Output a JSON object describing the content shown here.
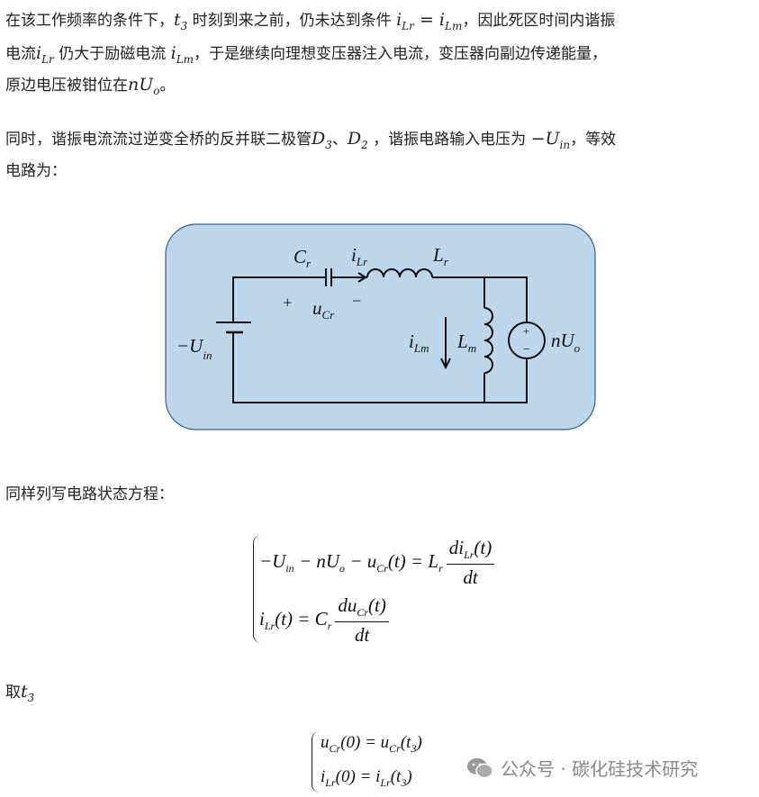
{
  "para1": {
    "l1_a": "在该工作频率的条件下，",
    "l1_t3": "t",
    "l1_t3_sub": "3",
    "l1_b": " 时刻到来之前，仍未达到条件 ",
    "l1_cond": "i",
    "l1_cond_sub1": "Lr",
    "l1_eq": " = i",
    "l1_cond_sub2": "Lm",
    "l1_c": "，因此死区时间内谐振",
    "l2_a": "电流",
    "l2_i": "i",
    "l2_i_sub": "Lr",
    "l2_b": " 仍大于励磁电流 ",
    "l2_i2": "i",
    "l2_i2_sub": "Lm",
    "l2_c": "，于是继续向理想变压器注入电流，变压器向副边传递能量，",
    "l3_a": "原边电压被钳位在",
    "l3_v": "nU",
    "l3_v_sub": "o",
    "l3_b": "。"
  },
  "para2": {
    "l1_a": "同时，谐振电流流过逆变全桥的反并联二极管",
    "d3": "D",
    "d3_sub": "3",
    "sep": "、",
    "d2": "D",
    "d2_sub": "2",
    "l1_b": " ，谐振电路输入电压为 ",
    "uin": "−U",
    "uin_sub": "in",
    "l1_c": "，等效",
    "l2": "电路为："
  },
  "circuit": {
    "cr": "C",
    "cr_sub": "r",
    "ilr": "i",
    "ilr_sub": "Lr",
    "lr": "L",
    "lr_sub": "r",
    "plus": "+",
    "minus": "−",
    "ucr": "u",
    "ucr_sub": "Cr",
    "uin": "−U",
    "uin_sub": "in",
    "ilm": "i",
    "ilm_sub": "Lm",
    "lm": "L",
    "lm_sub": "m",
    "src_plus": "+",
    "src_minus": "−",
    "nuo": "nU",
    "nuo_sub": "o",
    "bg_color": "#bcd7ec",
    "border_color": "#3a5f8f"
  },
  "para3": "同样列写电路状态方程：",
  "eq1": {
    "r1_lhs": "−U",
    "r1_lhs_sub": "in",
    "r1_mid": " − nU",
    "r1_mid_sub": "o",
    "r1_mid2": " − u",
    "r1_mid2_sub": "Cr",
    "r1_mid3": "(t) = L",
    "r1_mid3_sub": "r",
    "r1_num": "di",
    "r1_num_sub": "Lr",
    "r1_num2": "(t)",
    "r1_den": "dt",
    "r2_lhs": "i",
    "r2_lhs_sub": "Lr",
    "r2_mid": "(t) = C",
    "r2_mid_sub": "r",
    "r2_num": "du",
    "r2_num_sub": "Cr",
    "r2_num2": "(t)",
    "r2_den": "dt"
  },
  "para4": {
    "a": "取",
    "t": "t",
    "t_sub": "3"
  },
  "eq2": {
    "r1_a": "u",
    "r1_a_sub": "Cr",
    "r1_b": "(0) = u",
    "r1_b_sub": "Cr",
    "r1_c": "(t",
    "r1_c_sub": "3",
    "r1_d": ")",
    "r2_a": "i",
    "r2_a_sub": "Lr",
    "r2_b": "(0) = i",
    "r2_b_sub": "Lr",
    "r2_c": "(t",
    "r2_c_sub": "3",
    "r2_d": ")"
  },
  "watermark": {
    "icon": "wechat-icon",
    "text": "公众号 · 碳化硅技术研究"
  }
}
